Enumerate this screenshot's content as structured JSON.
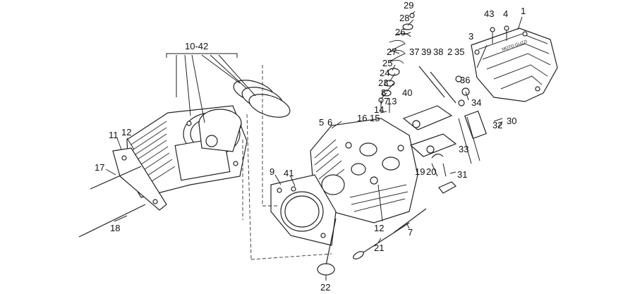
{
  "diagram": {
    "labels": [
      {
        "id": "l1",
        "text": "1"
      },
      {
        "id": "l43",
        "text": "43"
      },
      {
        "id": "l4",
        "text": "4"
      },
      {
        "id": "l29",
        "text": "29"
      },
      {
        "id": "l28",
        "text": "28"
      },
      {
        "id": "l26",
        "text": "26"
      },
      {
        "id": "l27",
        "text": "27"
      },
      {
        "id": "l25",
        "text": "25"
      },
      {
        "id": "l24",
        "text": "24"
      },
      {
        "id": "l23",
        "text": "23"
      },
      {
        "id": "l8",
        "text": "8"
      },
      {
        "id": "l7a",
        "text": "7"
      },
      {
        "id": "l14",
        "text": "14"
      },
      {
        "id": "l13",
        "text": "13"
      },
      {
        "id": "l16",
        "text": "16"
      },
      {
        "id": "l15",
        "text": "15"
      },
      {
        "id": "l5",
        "text": "5"
      },
      {
        "id": "l6",
        "text": "6"
      },
      {
        "id": "l3",
        "text": "3"
      },
      {
        "id": "l37",
        "text": "37"
      },
      {
        "id": "l39",
        "text": "39"
      },
      {
        "id": "l38",
        "text": "38"
      },
      {
        "id": "l2",
        "text": "2"
      },
      {
        "id": "l35",
        "text": "35"
      },
      {
        "id": "l36",
        "text": "36"
      },
      {
        "id": "l40",
        "text": "40"
      },
      {
        "id": "l34",
        "text": "34"
      },
      {
        "id": "l30",
        "text": "30"
      },
      {
        "id": "l32",
        "text": "32"
      },
      {
        "id": "l33",
        "text": "33"
      },
      {
        "id": "l19",
        "text": "19"
      },
      {
        "id": "l20",
        "text": "20"
      },
      {
        "id": "l31",
        "text": "31"
      },
      {
        "id": "l10_42",
        "text": "10-42"
      },
      {
        "id": "l11",
        "text": "11"
      },
      {
        "id": "l12a",
        "text": "12"
      },
      {
        "id": "l17",
        "text": "17"
      },
      {
        "id": "l18",
        "text": "18"
      },
      {
        "id": "l9",
        "text": "9"
      },
      {
        "id": "l41",
        "text": "41"
      },
      {
        "id": "l12b",
        "text": "12"
      },
      {
        "id": "l7b",
        "text": "7"
      },
      {
        "id": "l21",
        "text": "21"
      },
      {
        "id": "l22",
        "text": "22"
      }
    ],
    "cover_logo": "MOTO GUZZI"
  }
}
